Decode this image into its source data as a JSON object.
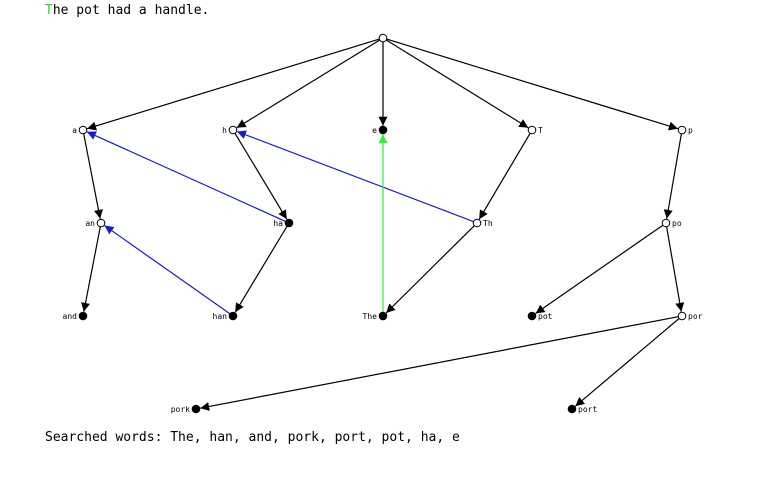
{
  "header": {
    "highlight": "T",
    "rest": "he pot had a handle."
  },
  "footer": {
    "prefix": "Searched words:",
    "words": "The, han, and, pork, port, pot, ha, e"
  },
  "colors": {
    "tree_edge": "#000000",
    "suffix_link": "#1a1acc",
    "active_link": "#33ee33",
    "text_highlight": "#33cc33"
  },
  "nodes": [
    {
      "id": "root",
      "label": "",
      "terminal": false,
      "label_side": "none"
    },
    {
      "id": "a",
      "label": "a",
      "terminal": false,
      "label_side": "left"
    },
    {
      "id": "h",
      "label": "h",
      "terminal": false,
      "label_side": "left"
    },
    {
      "id": "e",
      "label": "e",
      "terminal": true,
      "label_side": "left"
    },
    {
      "id": "T",
      "label": "T",
      "terminal": false,
      "label_side": "right"
    },
    {
      "id": "p",
      "label": "p",
      "terminal": false,
      "label_side": "right"
    },
    {
      "id": "an",
      "label": "an",
      "terminal": false,
      "label_side": "left"
    },
    {
      "id": "ha",
      "label": "ha",
      "terminal": true,
      "label_side": "left"
    },
    {
      "id": "Th",
      "label": "Th",
      "terminal": false,
      "label_side": "right"
    },
    {
      "id": "po",
      "label": "po",
      "terminal": false,
      "label_side": "right"
    },
    {
      "id": "and",
      "label": "and",
      "terminal": true,
      "label_side": "left"
    },
    {
      "id": "han",
      "label": "han",
      "terminal": true,
      "label_side": "left"
    },
    {
      "id": "The",
      "label": "The",
      "terminal": true,
      "label_side": "left"
    },
    {
      "id": "pot",
      "label": "pot",
      "terminal": true,
      "label_side": "right"
    },
    {
      "id": "por",
      "label": "por",
      "terminal": false,
      "label_side": "right"
    },
    {
      "id": "pork",
      "label": "pork",
      "terminal": true,
      "label_side": "left"
    },
    {
      "id": "port",
      "label": "port",
      "terminal": true,
      "label_side": "right"
    }
  ],
  "tree_edges": [
    [
      "root",
      "a"
    ],
    [
      "root",
      "h"
    ],
    [
      "root",
      "e"
    ],
    [
      "root",
      "T"
    ],
    [
      "root",
      "p"
    ],
    [
      "a",
      "an"
    ],
    [
      "h",
      "ha"
    ],
    [
      "T",
      "Th"
    ],
    [
      "p",
      "po"
    ],
    [
      "an",
      "and"
    ],
    [
      "ha",
      "han"
    ],
    [
      "Th",
      "The"
    ],
    [
      "po",
      "pot"
    ],
    [
      "po",
      "por"
    ],
    [
      "por",
      "pork"
    ],
    [
      "por",
      "port"
    ]
  ],
  "suffix_links": [
    [
      "ha",
      "a"
    ],
    [
      "Th",
      "h"
    ],
    [
      "han",
      "an"
    ]
  ],
  "active_links": [
    [
      "The",
      "e"
    ]
  ]
}
